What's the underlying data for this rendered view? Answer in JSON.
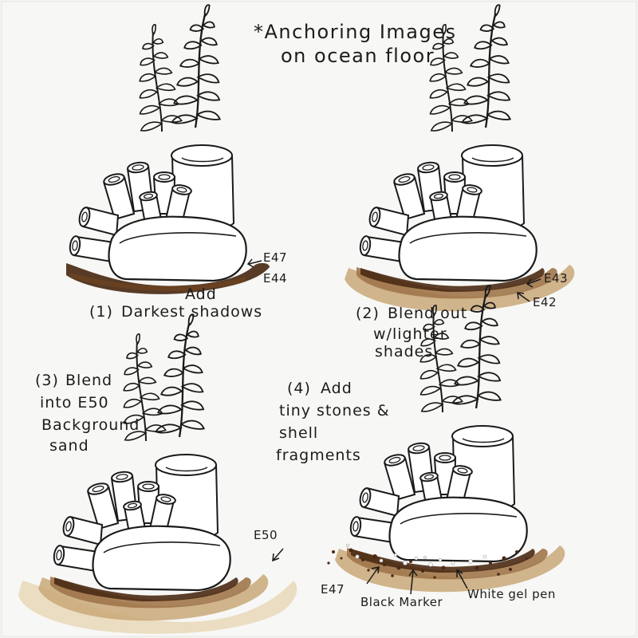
{
  "title": {
    "line1": "*Anchoring Images",
    "line2": "on ocean floor"
  },
  "steps": [
    {
      "number": "(1)",
      "lines": [
        "Add",
        "Darkest shadows"
      ],
      "markers": [
        "E47",
        "E44"
      ]
    },
    {
      "number": "(2)",
      "lines": [
        "Blend out",
        "w/lighter",
        "shades"
      ],
      "markers": [
        "E43",
        "E42"
      ]
    },
    {
      "number": "(3)",
      "lines": [
        "Blend",
        "into E50",
        "Background",
        "sand"
      ],
      "markers": [
        "E50"
      ]
    },
    {
      "number": "(4)",
      "lines": [
        "Add",
        "tiny stones &",
        "shell",
        "fragments"
      ],
      "markers": [
        "E47",
        "Black Marker",
        "White gel pen"
      ]
    }
  ],
  "colors": {
    "paper": "#f4f4f2",
    "ink": "#1a1a1a",
    "e47_dark_brown": "#4a2a14",
    "e44_brown": "#6e4420",
    "e43_light_brown": "#a0764a",
    "e42_tan": "#c9a878",
    "e50_sand": "#e9d9bb"
  },
  "icons": {
    "arrow": "pointer-arrow-icon",
    "coral": "tube-coral-illustration",
    "seaweed": "seaweed-illustration"
  }
}
